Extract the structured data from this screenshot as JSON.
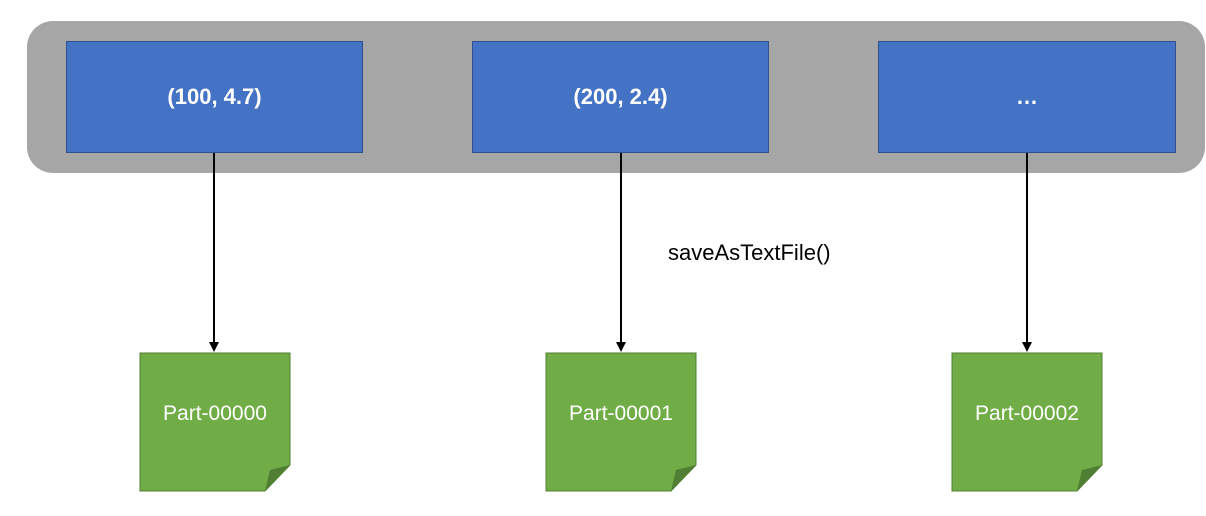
{
  "colors": {
    "container": "#a6a6a6",
    "partition": "#4472c4",
    "partition_border": "#2f528f",
    "file": "#70ad47",
    "file_fold": "#507e32",
    "arrow": "#000000"
  },
  "partitions": [
    {
      "label": "(100, 4.7)"
    },
    {
      "label": "(200, 2.4)"
    },
    {
      "label": "…"
    }
  ],
  "operation": {
    "label": "saveAsTextFile()"
  },
  "files": [
    {
      "label": "Part-00000",
      "icon": "file-icon"
    },
    {
      "label": "Part-00001",
      "icon": "file-icon"
    },
    {
      "label": "Part-00002",
      "icon": "file-icon"
    }
  ]
}
